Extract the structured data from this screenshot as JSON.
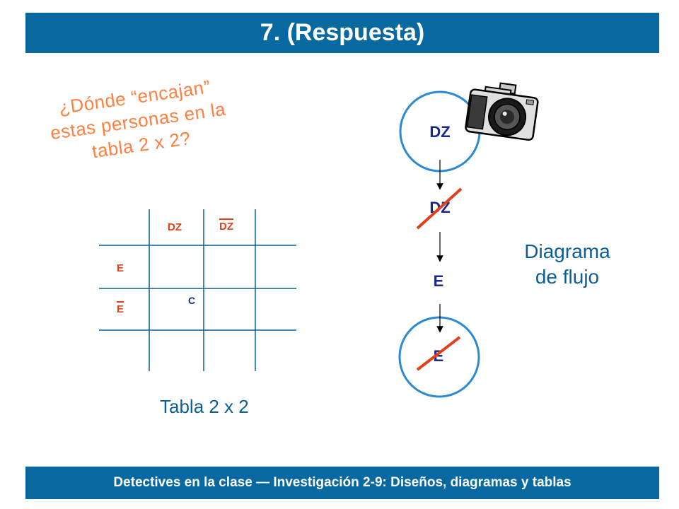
{
  "title": "7. (Respuesta)",
  "question": "¿Dónde “encajan” estas personas en la tabla 2 x 2?",
  "table": {
    "col_labels": [
      "DZ",
      "DZ"
    ],
    "col_negated": [
      false,
      true
    ],
    "row_labels": [
      "E",
      "E"
    ],
    "row_negated": [
      false,
      true
    ],
    "cell_text": "C",
    "caption": "Tabla 2 x 2"
  },
  "flow": {
    "nodes": [
      {
        "label": "DZ",
        "circled": true,
        "crossed": false
      },
      {
        "label": "DZ",
        "circled": false,
        "crossed": true
      },
      {
        "label": "E",
        "circled": false,
        "crossed": false
      },
      {
        "label": "E",
        "circled": true,
        "crossed": true
      }
    ],
    "caption_line1": "Diagrama",
    "caption_line2": "de flujo",
    "camera_icon": "camera-icon"
  },
  "footer": "Detectives en la clase — Investigación 2-9:  Diseños, diagramas y tablas",
  "colors": {
    "bar": "#0868A0",
    "orange": "#FF8040",
    "red": "#E0401A",
    "circle": "#2B8AD0",
    "node_text": "#1A2A88"
  }
}
